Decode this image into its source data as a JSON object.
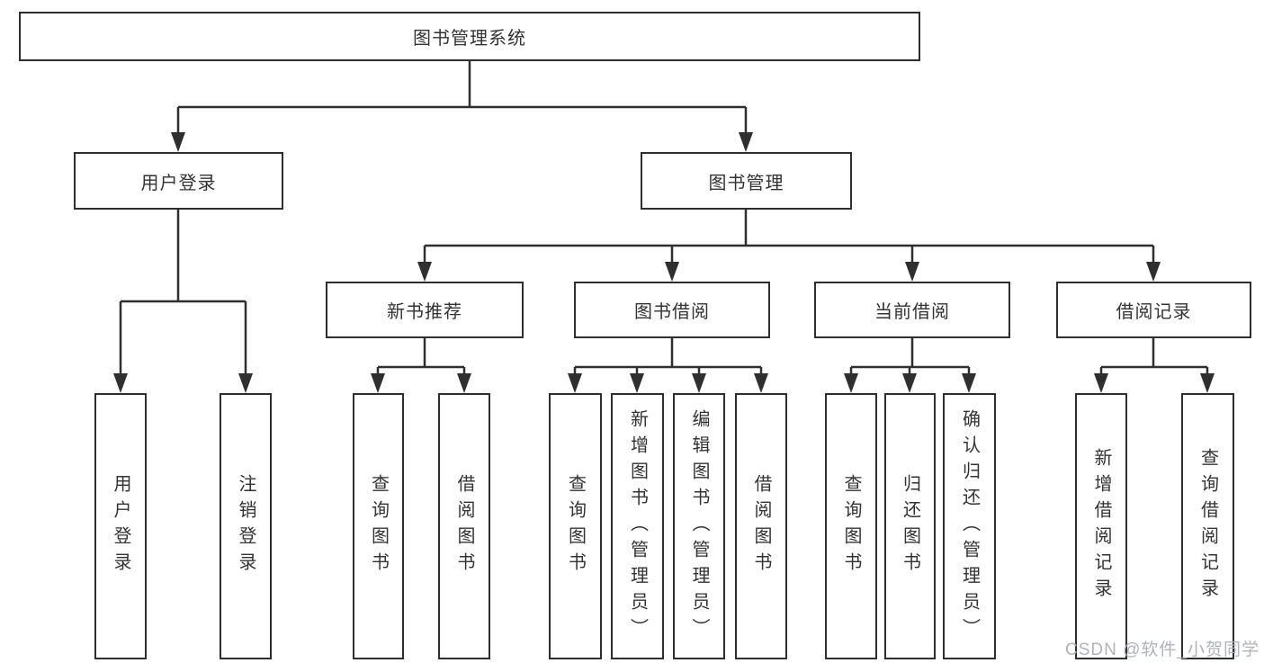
{
  "diagram_title": "图书管理系统",
  "tree": {
    "root": "图书管理系统",
    "children": [
      {
        "label": "用户登录",
        "children": [
          "用户登录",
          "注销登录"
        ]
      },
      {
        "label": "图书管理",
        "children": [
          {
            "label": "新书推荐",
            "children": [
              "查询图书",
              "借阅图书"
            ]
          },
          {
            "label": "图书借阅",
            "children": [
              "查询图书",
              "新增图书（管理员）",
              "编辑图书（管理员）",
              "借阅图书"
            ]
          },
          {
            "label": "当前借阅",
            "children": [
              "查询图书",
              "归还图书",
              "确认归还（管理员）"
            ]
          },
          {
            "label": "借阅记录",
            "children": [
              "新增借阅记录",
              "查询借阅记录"
            ]
          }
        ]
      }
    ]
  },
  "watermark": "CSDN @软件_小贺同学",
  "colors": {
    "line": "#2f2f2f",
    "text": "#333333",
    "background": "#ffffff",
    "watermark": "#aaafb8"
  }
}
